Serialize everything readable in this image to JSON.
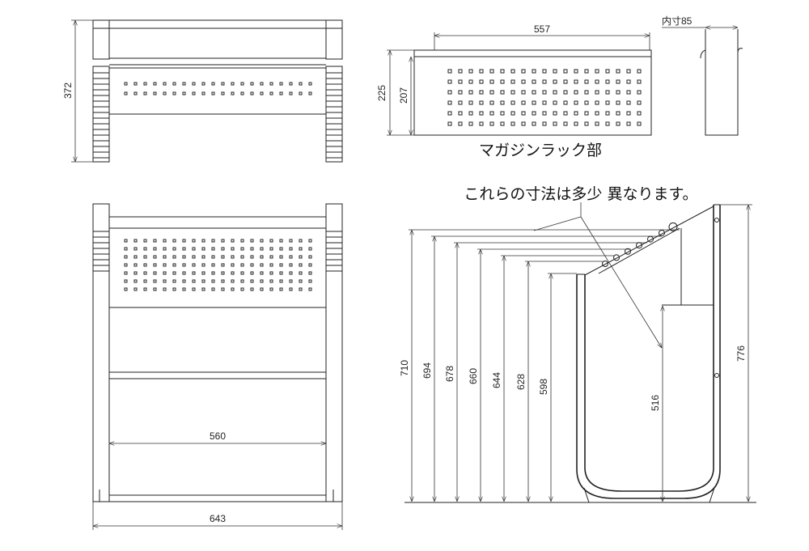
{
  "front_top_view": {
    "height_dim": "372"
  },
  "magazine_rack": {
    "width_dim": "557",
    "inner_depth_label": "内寸85",
    "height_outer_dim": "225",
    "height_inner_dim": "207",
    "title": "マガジンラック部"
  },
  "front_view": {
    "inner_width_dim": "560",
    "outer_width_dim": "643"
  },
  "side_view": {
    "note": "これらの寸法は多少 異なります。",
    "heights": [
      "710",
      "694",
      "678",
      "660",
      "644",
      "628",
      "598"
    ],
    "shelf_height_dim": "516",
    "total_height_dim": "776"
  }
}
